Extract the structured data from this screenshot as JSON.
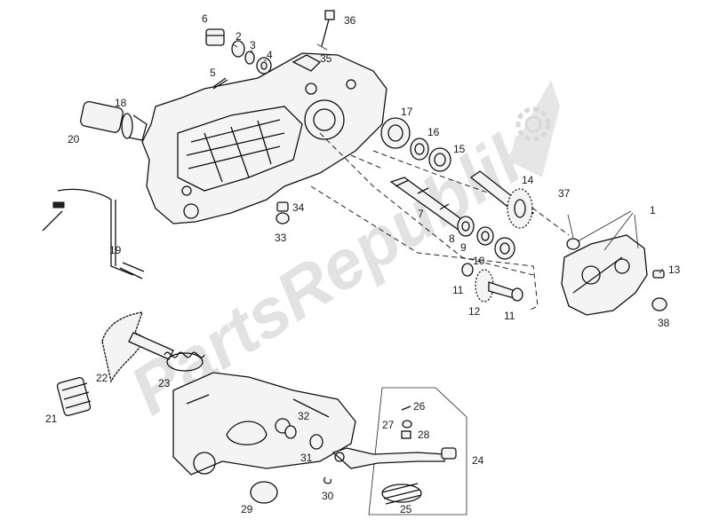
{
  "watermark": {
    "text": "PartsRepublik",
    "icon": "gear-icon"
  },
  "callouts": [
    {
      "id": "1",
      "text": "1"
    },
    {
      "id": "2",
      "text": "2"
    },
    {
      "id": "3",
      "text": "3"
    },
    {
      "id": "4",
      "text": "4"
    },
    {
      "id": "5",
      "text": "5"
    },
    {
      "id": "6",
      "text": "6"
    },
    {
      "id": "7",
      "text": "7"
    },
    {
      "id": "8",
      "text": "8"
    },
    {
      "id": "9",
      "text": "9"
    },
    {
      "id": "10",
      "text": "10"
    },
    {
      "id": "11a",
      "text": "11"
    },
    {
      "id": "11b",
      "text": "11"
    },
    {
      "id": "12",
      "text": "12"
    },
    {
      "id": "13",
      "text": "13"
    },
    {
      "id": "14",
      "text": "14"
    },
    {
      "id": "15",
      "text": "15"
    },
    {
      "id": "16",
      "text": "16"
    },
    {
      "id": "17",
      "text": "17"
    },
    {
      "id": "18",
      "text": "18"
    },
    {
      "id": "19",
      "text": "19"
    },
    {
      "id": "20",
      "text": "20"
    },
    {
      "id": "21",
      "text": "21"
    },
    {
      "id": "22",
      "text": "22"
    },
    {
      "id": "23",
      "text": "23"
    },
    {
      "id": "24",
      "text": "24"
    },
    {
      "id": "25",
      "text": "25"
    },
    {
      "id": "26",
      "text": "26"
    },
    {
      "id": "27",
      "text": "27"
    },
    {
      "id": "28",
      "text": "28"
    },
    {
      "id": "29",
      "text": "29"
    },
    {
      "id": "30",
      "text": "30"
    },
    {
      "id": "31",
      "text": "31"
    },
    {
      "id": "32",
      "text": "32"
    },
    {
      "id": "33",
      "text": "33"
    },
    {
      "id": "34",
      "text": "34"
    },
    {
      "id": "35",
      "text": "35"
    },
    {
      "id": "36",
      "text": "36"
    },
    {
      "id": "37",
      "text": "37"
    },
    {
      "id": "38",
      "text": "38"
    }
  ]
}
